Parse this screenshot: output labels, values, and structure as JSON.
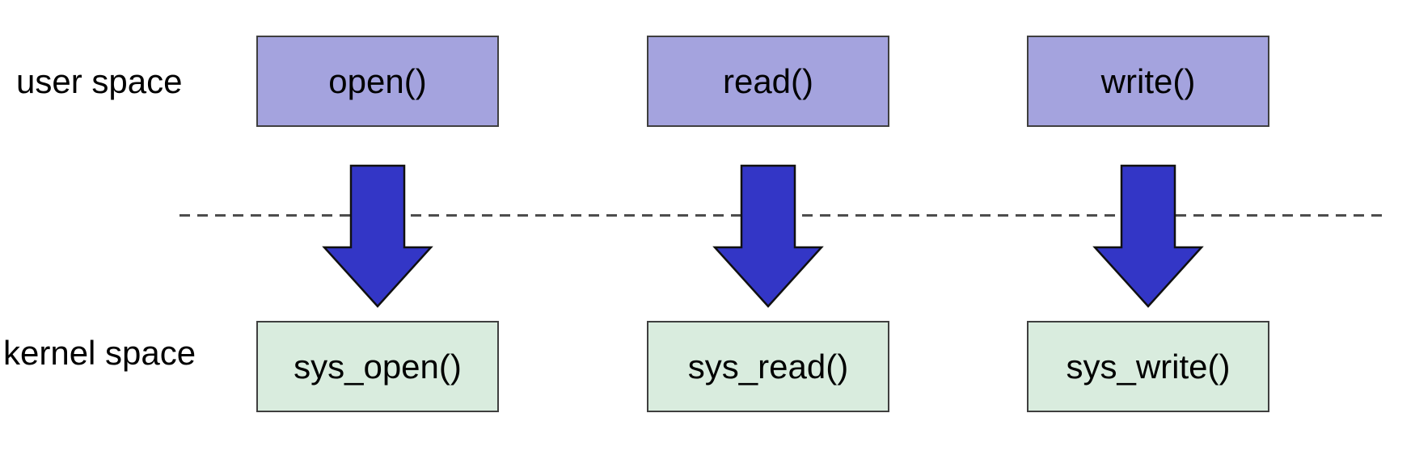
{
  "diagram": {
    "type": "system-call-flow",
    "labels": {
      "user_space": "user space",
      "kernel_space": "kernel space"
    },
    "columns": [
      {
        "user_call": "open()",
        "kernel_call": "sys_open()"
      },
      {
        "user_call": "read()",
        "kernel_call": "sys_read()"
      },
      {
        "user_call": "write()",
        "kernel_call": "sys_write()"
      }
    ],
    "arrow_direction": "down",
    "colors": {
      "user_box_fill": "#a4a3de",
      "kernel_box_fill": "#d9ecde",
      "arrow_fill": "#3336c6",
      "box_border": "#3f3f3f",
      "boundary_line": "#4d4d4d",
      "text_color": "#000000",
      "page_bg": "#ffffff"
    }
  }
}
